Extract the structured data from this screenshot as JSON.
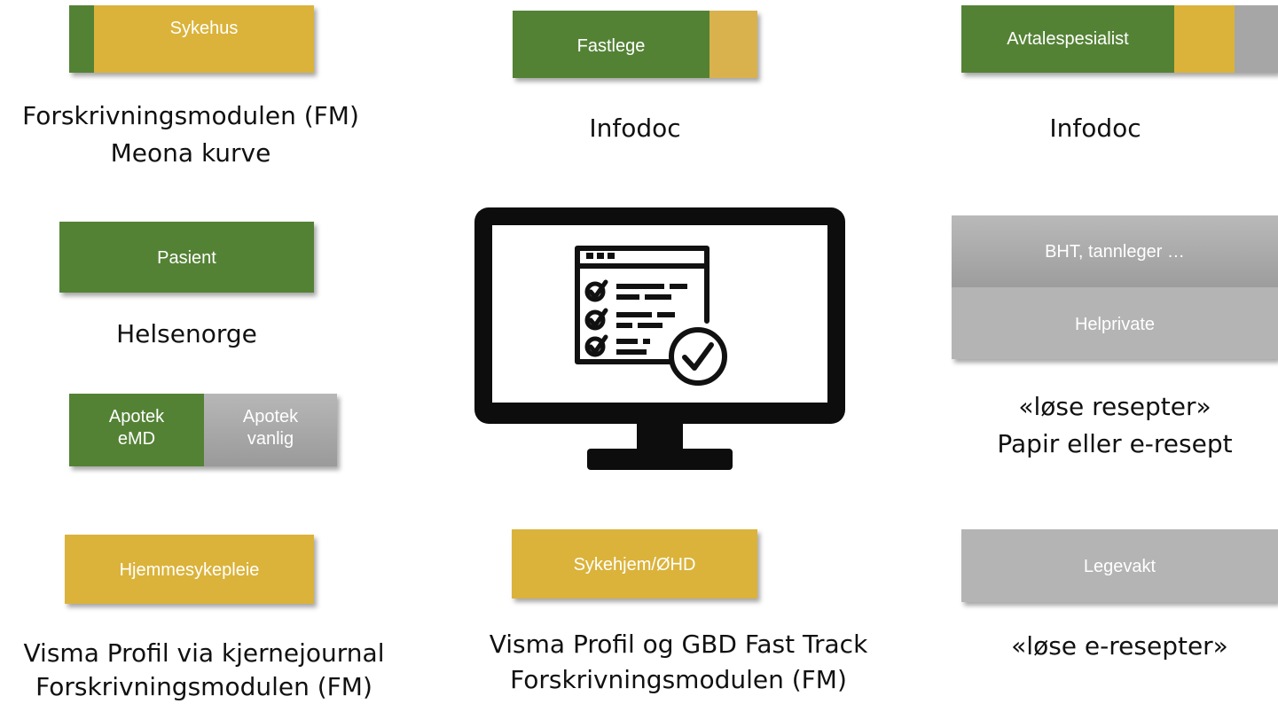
{
  "boxes": {
    "sykehus": "Sykehus",
    "fastlege": "Fastlege",
    "avtalespesialist": "Avtalespesialist",
    "pasient": "Pasient",
    "apotek_emd": "Apotek\neMD",
    "apotek_vanlig": "Apotek\nvanlig",
    "bht": "BHT, tannleger …",
    "helprivate": "Helprivate",
    "hjemmesykepleie": "Hjemmesykepleie",
    "sykehjem": "Sykehjem/ØHD",
    "legevakt": "Legevakt"
  },
  "captions": {
    "sykehus_1": "Forskrivningsmodulen (FM)",
    "sykehus_2": "Meona kurve",
    "fastlege": "Infodoc",
    "avtalespesialist": "Infodoc",
    "pasient": "Helsenorge",
    "privat_1": "«løse resepter»",
    "privat_2": "Papir eller e-resept",
    "hjemmesykepleie_1": "Visma Profil via kjernejournal",
    "hjemmesykepleie_2": "Forskrivningsmodulen (FM)",
    "sykehjem_1": "Visma Profil og GBD Fast Track",
    "sykehjem_2": "Forskrivningsmodulen (FM)",
    "legevakt": "«løse e-resepter»"
  },
  "colors": {
    "green": "#548235",
    "yellow": "#dbb33a",
    "grey": "#a6a6a6"
  },
  "icons": {
    "center": "monitor-checklist-icon"
  }
}
